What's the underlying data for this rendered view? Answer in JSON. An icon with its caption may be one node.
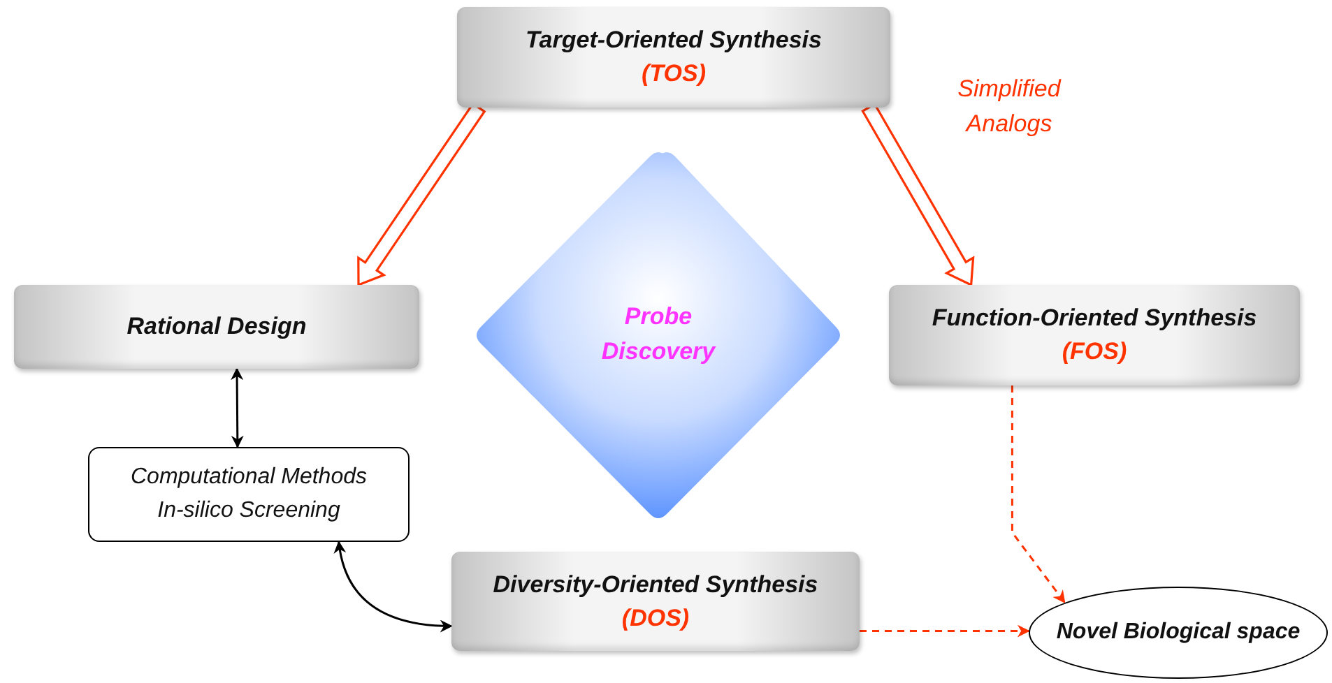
{
  "diagram": {
    "nodes": [
      {
        "text": [
          "Target-Oriented Synthesis",
          "(TOS)"
        ]
      },
      {
        "text": [
          "Rational Design"
        ]
      },
      {
        "text": [
          "Probe Discovery"
        ]
      },
      {
        "text": [
          "Function-Oriented Synthesis",
          "(FOS)"
        ]
      },
      {
        "text": [
          "Computational Methods In-silico Screening"
        ]
      },
      {
        "text": [
          "Diversity-Oriented Synthesis",
          "(DOS)"
        ]
      },
      {
        "text": [
          "Novel Biological space"
        ]
      }
    ],
    "edges": [
      {
        "from": 0,
        "to": 1,
        "arrow": "to",
        "style": "thick",
        "color": "#ff3300"
      },
      {
        "from": 0,
        "to": 3,
        "arrow": "to",
        "style": "thick",
        "color": "#ff3300",
        "label": "Simplified Analogs"
      },
      {
        "from": 1,
        "to": 4,
        "arrow": "both",
        "color": "#000000"
      },
      {
        "from": 4,
        "to": 5,
        "arrow": "both",
        "color": "#000000"
      },
      {
        "from": 3,
        "to": 6,
        "arrow": "to",
        "style": "dashed",
        "color": "#ff3300"
      },
      {
        "from": 5,
        "to": 6,
        "arrow": "to",
        "style": "dashed",
        "color": "#ff3300"
      }
    ]
  }
}
